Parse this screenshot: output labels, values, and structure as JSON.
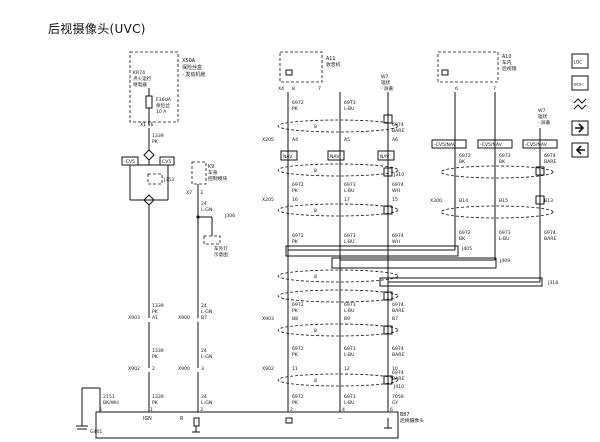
{
  "title": "后视摄像头(UVC)",
  "boxes": {
    "x50a": [
      "X50A",
      "保险丝盒",
      "- 发动机舱"
    ],
    "a11": [
      "A11",
      "收音机"
    ],
    "a10": [
      "A10",
      "车内",
      "后视镜"
    ],
    "k9": [
      "K9",
      "车身",
      "控制模块"
    ],
    "b87": [
      "B87",
      "后视摄像头"
    ]
  },
  "relay": [
    "KR74",
    "点火运行",
    "继电器"
  ],
  "fuse": [
    "F36UA",
    "保险丝",
    "10 A"
  ],
  "w7a": [
    "W7",
    "辐状",
    "- 屏蔽"
  ],
  "w7b": [
    "W7",
    "辐状",
    "- 屏蔽"
  ],
  "ground_label": "G401",
  "lamp_label": [
    "车外灯",
    "示意图"
  ],
  "pins": {
    "x1_16": "X1 16",
    "x4": "X4",
    "a11_8": "8",
    "a11_7": "7",
    "a10_6": "6",
    "a10_7": "7",
    "k9_x7": "X7",
    "k9_3": "3",
    "x205_a4": "A4",
    "x205_a5": "A5",
    "x205_a6": "A6",
    "x205b_16": "16",
    "x205b_17": "17",
    "x205b_15": "15",
    "x300_b14": "B14",
    "x300_b15": "B15",
    "x300_b13": "B13",
    "x903_a1": "A1",
    "x903_b7": "B7",
    "x903_b8": "B8",
    "x903_b9": "B9",
    "x903_b7b": "B7",
    "x902_2": "2",
    "x902_3": "3",
    "x902_11": "11",
    "x902_12": "12",
    "x902_10": "10",
    "b87_5": "5",
    "b87_1": "1",
    "b87_3": "3",
    "b87_2": "2",
    "b87_4": "4",
    "b87_6": "6"
  },
  "connectors": {
    "x205": "X205",
    "x205b": "X205",
    "x300": "X300",
    "x903a": "X903",
    "x903b": "X900",
    "x903c": "X903",
    "x902a": "X902",
    "x902b": "X900",
    "x902c": "X902",
    "j306": "J306",
    "j405": "J405",
    "j409": "J409",
    "j318": "J318",
    "j310": "J310",
    "j410": "J410"
  },
  "option_tags": {
    "cv5a": "-CV5",
    "cv5b": "CV5",
    "nav1": "NAV",
    "nav2": "NAV",
    "nav3": "NAV",
    "cvnav1": "-CV5/NAV",
    "cvnav2": "-CV5/NAV",
    "cvnav3": "-CV5/NAV"
  },
  "splice_labels": {
    "j353": "J353"
  },
  "wires": {
    "c1339": [
      "1339",
      "PK"
    ],
    "c24": [
      "24",
      "L-GN"
    ],
    "c6972a": [
      "6972",
      "PK"
    ],
    "c6973a": [
      "6973",
      "L-BU"
    ],
    "c6974a": [
      "6974",
      "BARE"
    ],
    "c6972b": [
      "6972",
      "PK"
    ],
    "c6973b": [
      "6973",
      "L-BU"
    ],
    "c6974b": [
      "6974",
      "WH"
    ],
    "c6972c": [
      "6972",
      "PK"
    ],
    "c6973c": [
      "6973",
      "L-BU"
    ],
    "c6974c": [
      "6974",
      "WH"
    ],
    "c6972d": [
      "6972",
      "BK"
    ],
    "c6973d": [
      "6973",
      "BK"
    ],
    "c6974d": [
      "6974",
      "BARE"
    ],
    "c6972e": [
      "6972",
      "PK"
    ],
    "c6973e": [
      "6973",
      "L-BU"
    ],
    "c6974e": [
      "6974",
      "BARE"
    ],
    "c1339b": [
      "1339",
      "PK"
    ],
    "c24b": [
      "24",
      "L-GN"
    ],
    "c6972f": [
      "6972",
      "PK"
    ],
    "c6973f": [
      "6973",
      "L-BU"
    ],
    "c6974f": [
      "6974",
      "BARE"
    ],
    "c1339c": [
      "1339",
      "PK"
    ],
    "c24c": [
      "24",
      "L-GN"
    ],
    "c6972g": [
      "6972",
      "PK"
    ],
    "c6973g": [
      "6973",
      "L-BU"
    ],
    "c6974g": [
      "6974",
      "BARE"
    ],
    "c2151": [
      "2151",
      "BK/WH"
    ],
    "c1339d": [
      "1339",
      "PK"
    ],
    "c24d": [
      "24",
      "L-GN"
    ],
    "c6972h": [
      "6972",
      "PK"
    ],
    "c6973h": [
      "6973",
      "L-BU"
    ],
    "c7059": [
      "7059",
      "GY"
    ],
    "c6972i": [
      "6972",
      "BK"
    ],
    "c6973i": [
      "6973",
      "L-BU"
    ],
    "c6974i": [
      "6974",
      "BARE"
    ]
  },
  "b87_pins_text": {
    "ign": "IGN",
    "r": "R",
    "plus": "+",
    "minus": "−"
  },
  "shield_counts": {
    "s1": "8",
    "s2": "8",
    "s3": "8",
    "s4": "8",
    "s5": "8",
    "s6": "8"
  },
  "legend_icons": [
    "locator-view-icon",
    "connector-end-view-icon",
    "circuit-flow-icon",
    "next-page-icon",
    "previous-page-icon"
  ],
  "legend_text": {
    "loc": "LOC",
    "desc": "DESC"
  }
}
